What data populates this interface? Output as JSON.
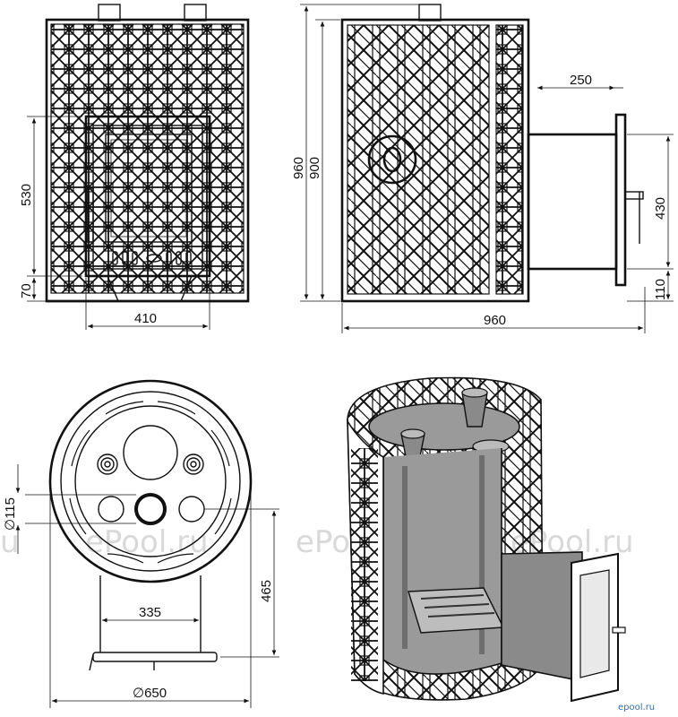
{
  "dimensions": {
    "front_width": "410",
    "front_door_height": "530",
    "front_base_height": "70",
    "side_total_height": "960",
    "side_body_height": "900",
    "side_tunnel_length": "250",
    "side_tunnel_height": "430",
    "side_base_height": "110",
    "side_total_width": "960",
    "top_diameter": "∅115",
    "top_leg_span": "335",
    "top_tunnel_depth": "465",
    "top_outer_diameter": "∅650"
  },
  "watermark": {
    "left": "u",
    "middle": "ePool.ru",
    "center": "ePool.ru",
    "right": "ePool.ru"
  },
  "logo": {
    "text": "epool.ru"
  },
  "colors": {
    "line": "#111111",
    "steel": "#9a9a9a",
    "steel_dark": "#6e6e6e",
    "watermark": "#d9d9d9",
    "logo": "#2f6fb0"
  }
}
